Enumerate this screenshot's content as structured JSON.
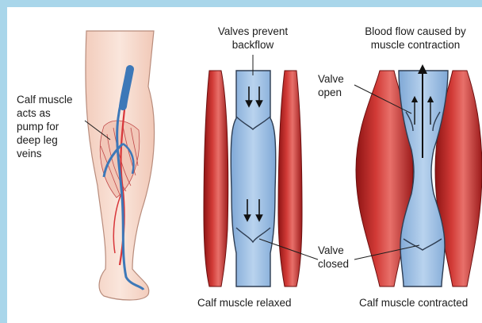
{
  "labels": {
    "calf_pump": "Calf muscle\nacts as\npump for\ndeep leg\nveins",
    "valves_prevent": "Valves prevent\nbackflow",
    "blood_flow": "Blood flow caused by\nmuscle contraction",
    "valve_open": "Valve\nopen",
    "valve_closed": "Valve\nclosed",
    "relaxed": "Calf muscle relaxed",
    "contracted": "Calf muscle contracted"
  },
  "colors": {
    "background_frame": "#a9d6ea",
    "skin": "#f8ddd0",
    "muscle": "#c92a2a",
    "vein": "#3d78b8",
    "vein_lumen": "#a9c8e8",
    "artery": "#d8363a"
  }
}
